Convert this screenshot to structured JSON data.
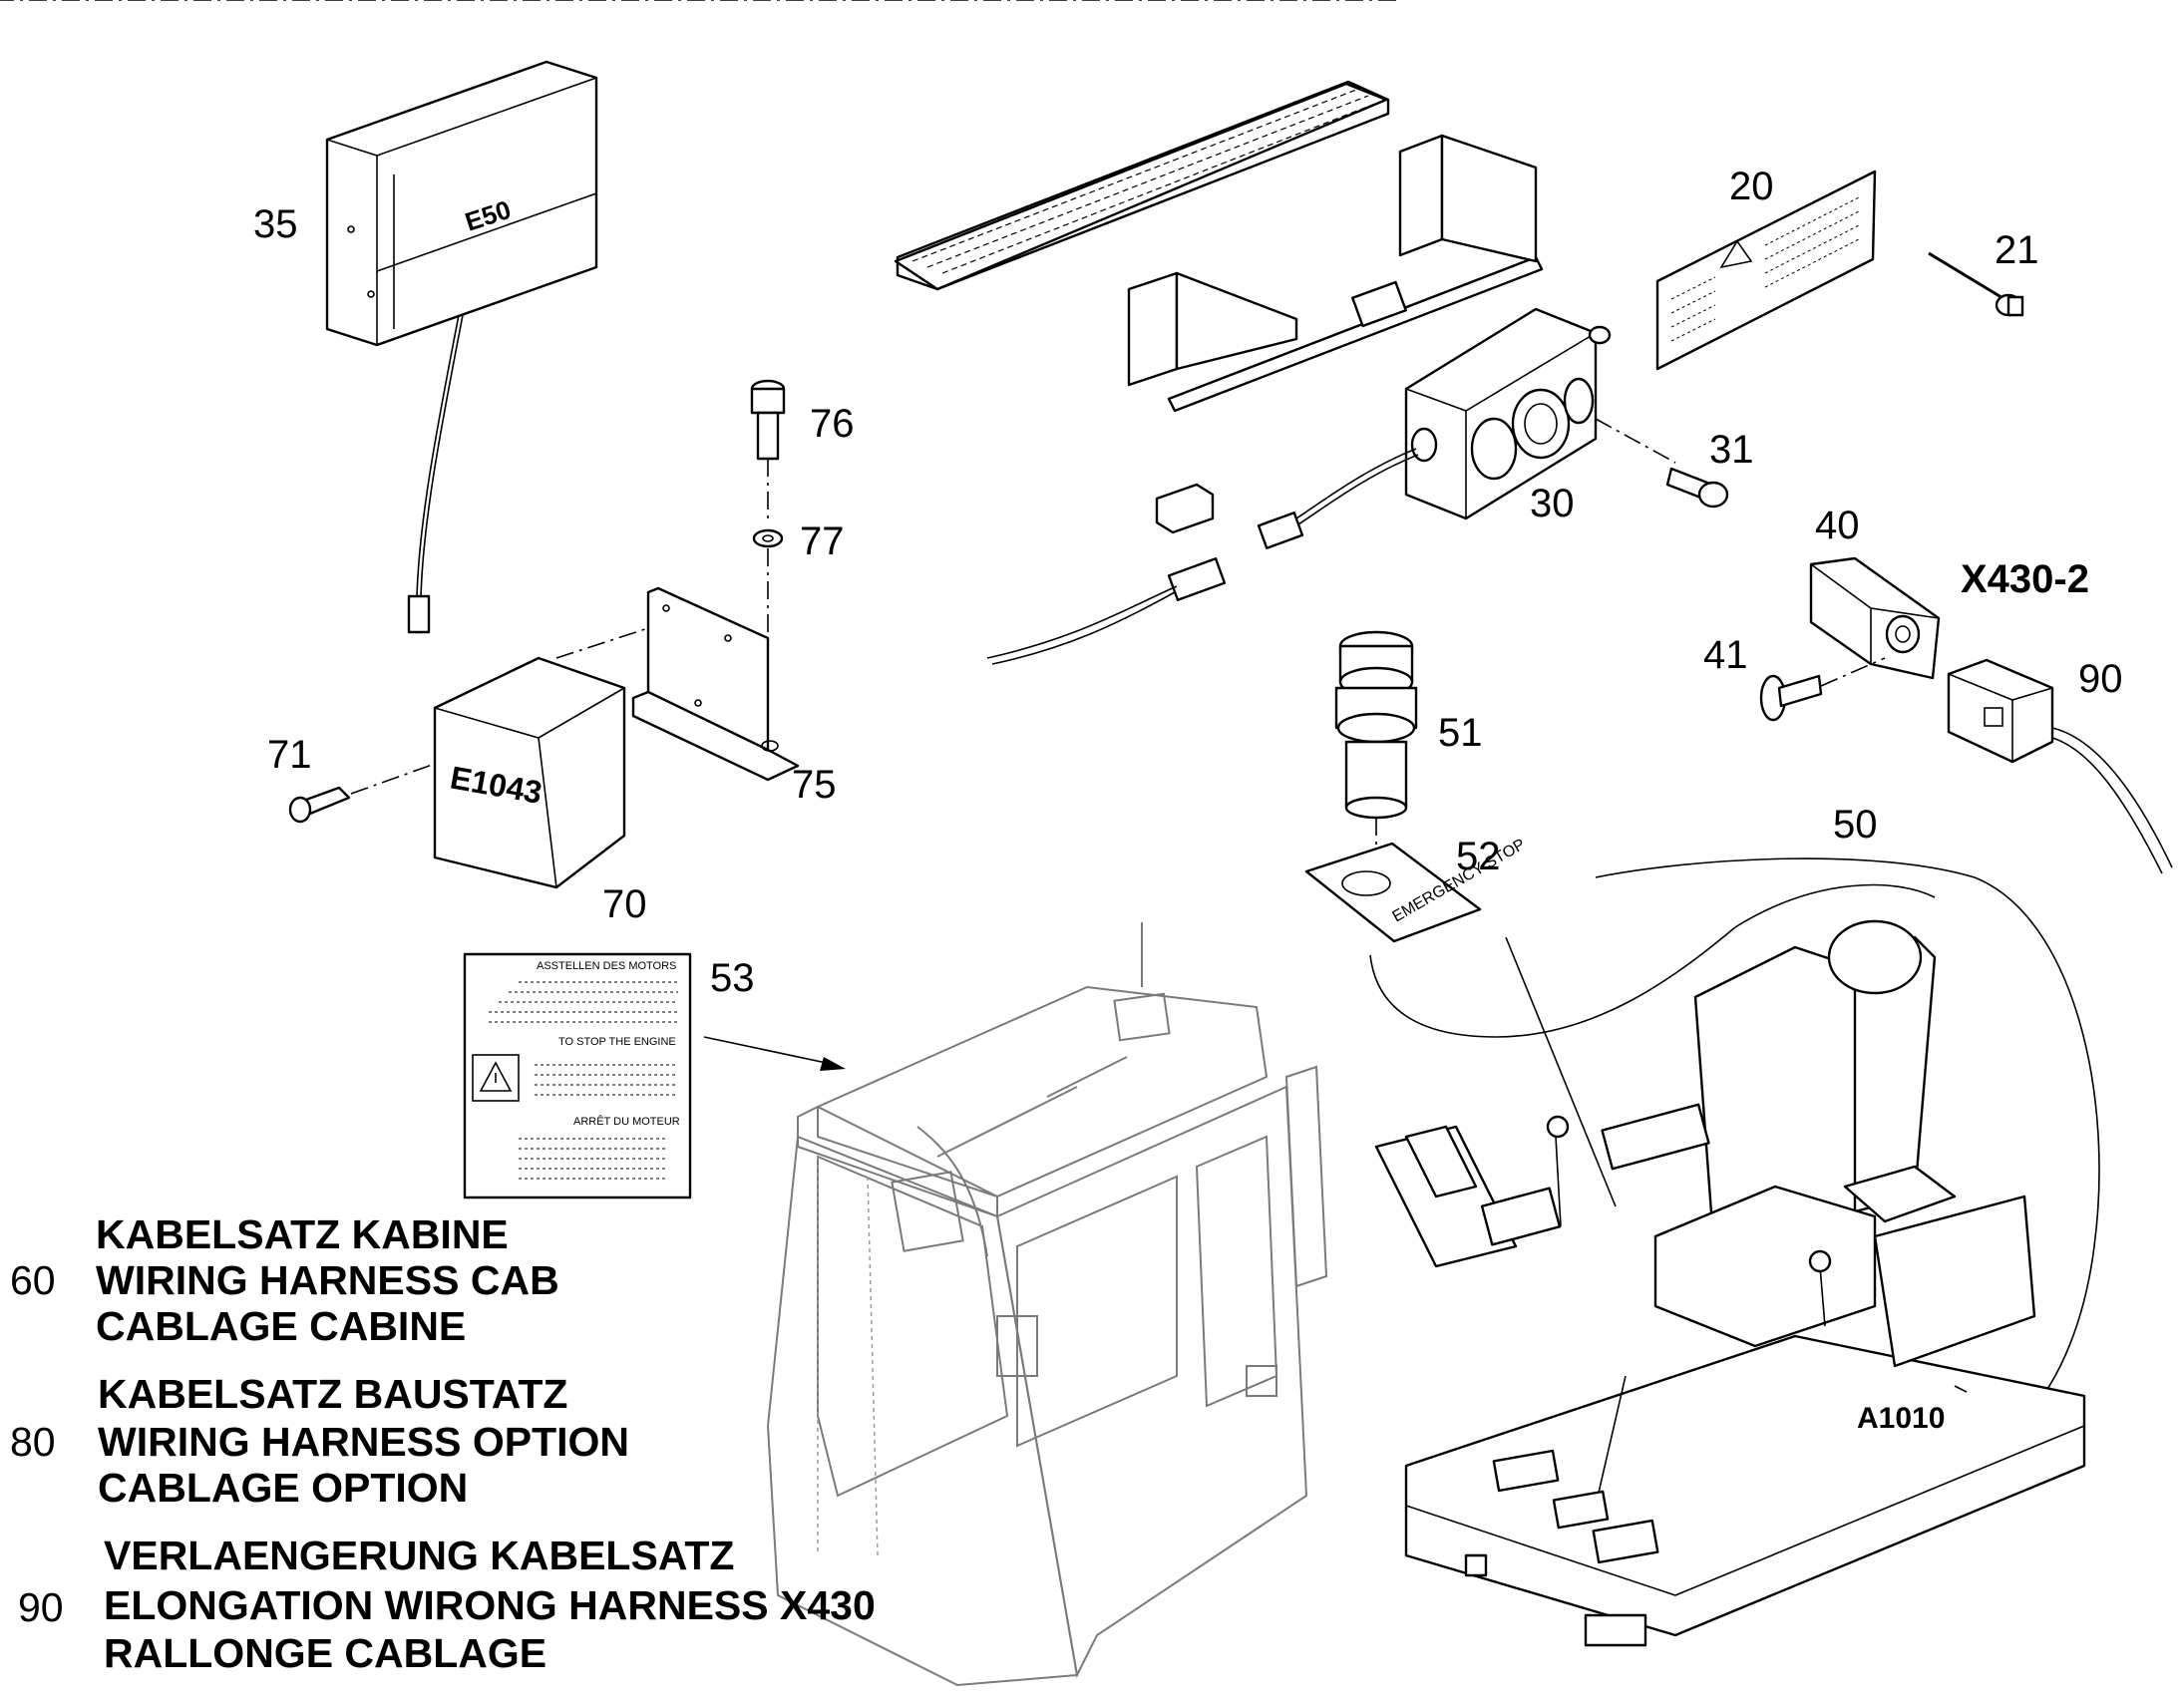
{
  "callouts": {
    "c20": "20",
    "c21": "21",
    "c30": "30",
    "c31": "31",
    "c35": "35",
    "c40": "40",
    "c41": "41",
    "c50": "50",
    "c51": "51",
    "c52": "52",
    "c53": "53",
    "c70": "70",
    "c71": "71",
    "c75": "75",
    "c76": "76",
    "c77": "77",
    "c90": "90"
  },
  "labels": {
    "x430": "X430-2",
    "a1010": "A1010",
    "e50": "E50",
    "e1043": "E1043",
    "emergency_stop": "EMERGENCY STOP"
  },
  "decal": {
    "title1": "ASSTELLEN DES MOTORS",
    "title2": "TO STOP THE ENGINE",
    "title3": "ARRÊT DU MOTEUR"
  },
  "legend": [
    {
      "num": "60",
      "l1": "KABELSATZ KABINE",
      "l2": "WIRING HARNESS CAB",
      "l3": "CABLAGE CABINE"
    },
    {
      "num": "80",
      "l1": "KABELSATZ BAUSTATZ",
      "l2": "WIRING HARNESS OPTION",
      "l3": "CABLAGE OPTION"
    },
    {
      "num": "90",
      "l1": "VERLAENGERUNG KABELSATZ",
      "l2": "ELONGATION WIRONG HARNESS X430",
      "l3": "RALLONGE CABLAGE"
    }
  ],
  "icons": {
    "warning": "warning-triangle-icon"
  }
}
